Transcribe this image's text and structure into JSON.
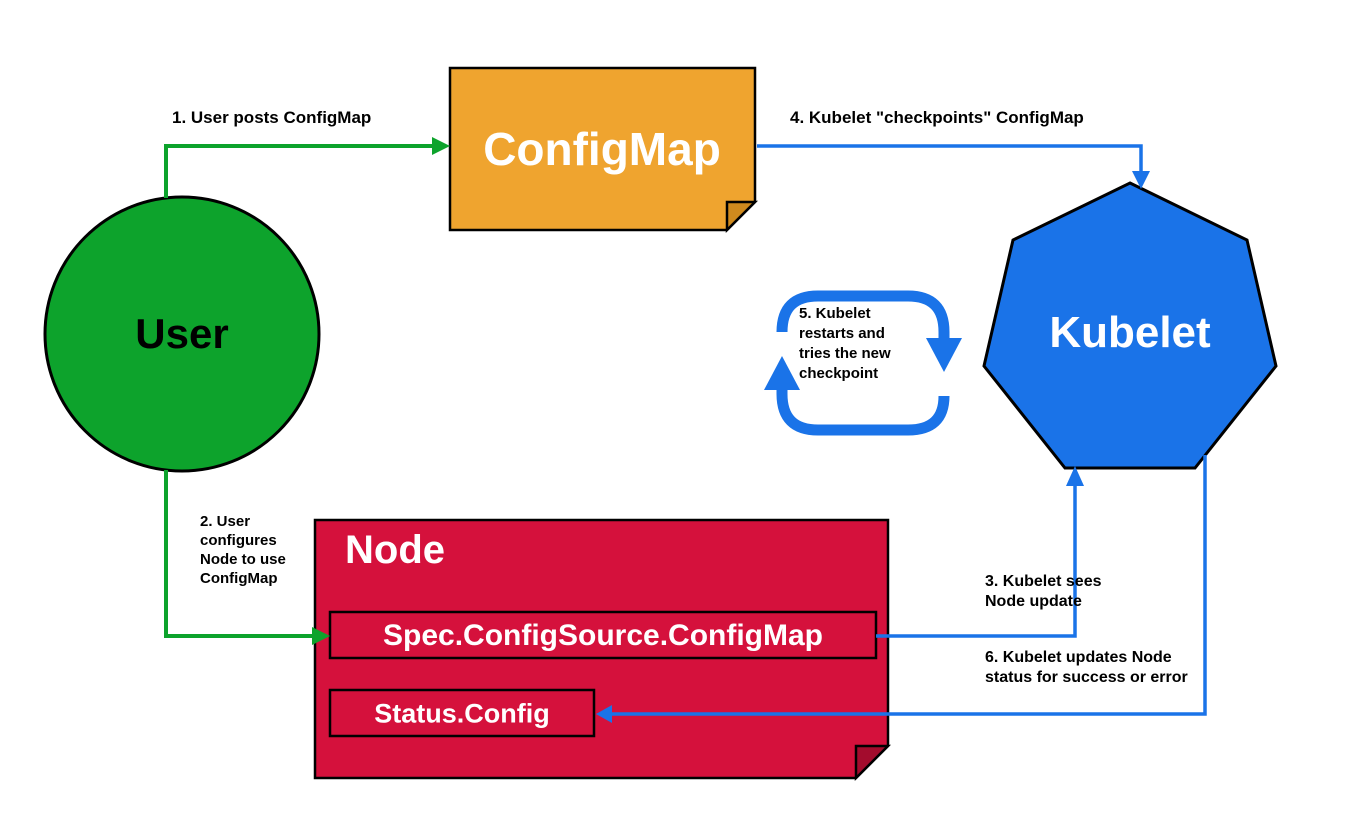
{
  "shapes": {
    "user": {
      "label": "User"
    },
    "configmap": {
      "label": "ConfigMap"
    },
    "kubelet": {
      "label": "Kubelet"
    },
    "node": {
      "label": "Node",
      "spec_field": "Spec.ConfigSource.ConfigMap",
      "status_field": "Status.Config"
    },
    "loop": {
      "lines": [
        "5. Kubelet",
        "restarts and",
        "tries the new",
        "checkpoint"
      ]
    }
  },
  "arrows": {
    "step1": {
      "label": "1. User posts ConfigMap"
    },
    "step2": {
      "lines": [
        "2. User",
        "configures",
        "Node to use",
        "ConfigMap"
      ]
    },
    "step3": {
      "lines": [
        "3. Kubelet sees",
        "Node update"
      ]
    },
    "step4": {
      "label": "4. Kubelet \"checkpoints\" ConfigMap"
    },
    "step6": {
      "lines": [
        "6. Kubelet updates Node",
        "status for success or error"
      ]
    }
  },
  "colors": {
    "green": "#0da32c",
    "blue": "#1a73e8",
    "orange": "#efa42f",
    "orange_dark": "#cf8a1e",
    "red": "#d5113c",
    "red_dark": "#a30c2d",
    "outline": "#000000",
    "background": "#ffffff",
    "shape_label": "#ffffff",
    "text": "#000000"
  }
}
